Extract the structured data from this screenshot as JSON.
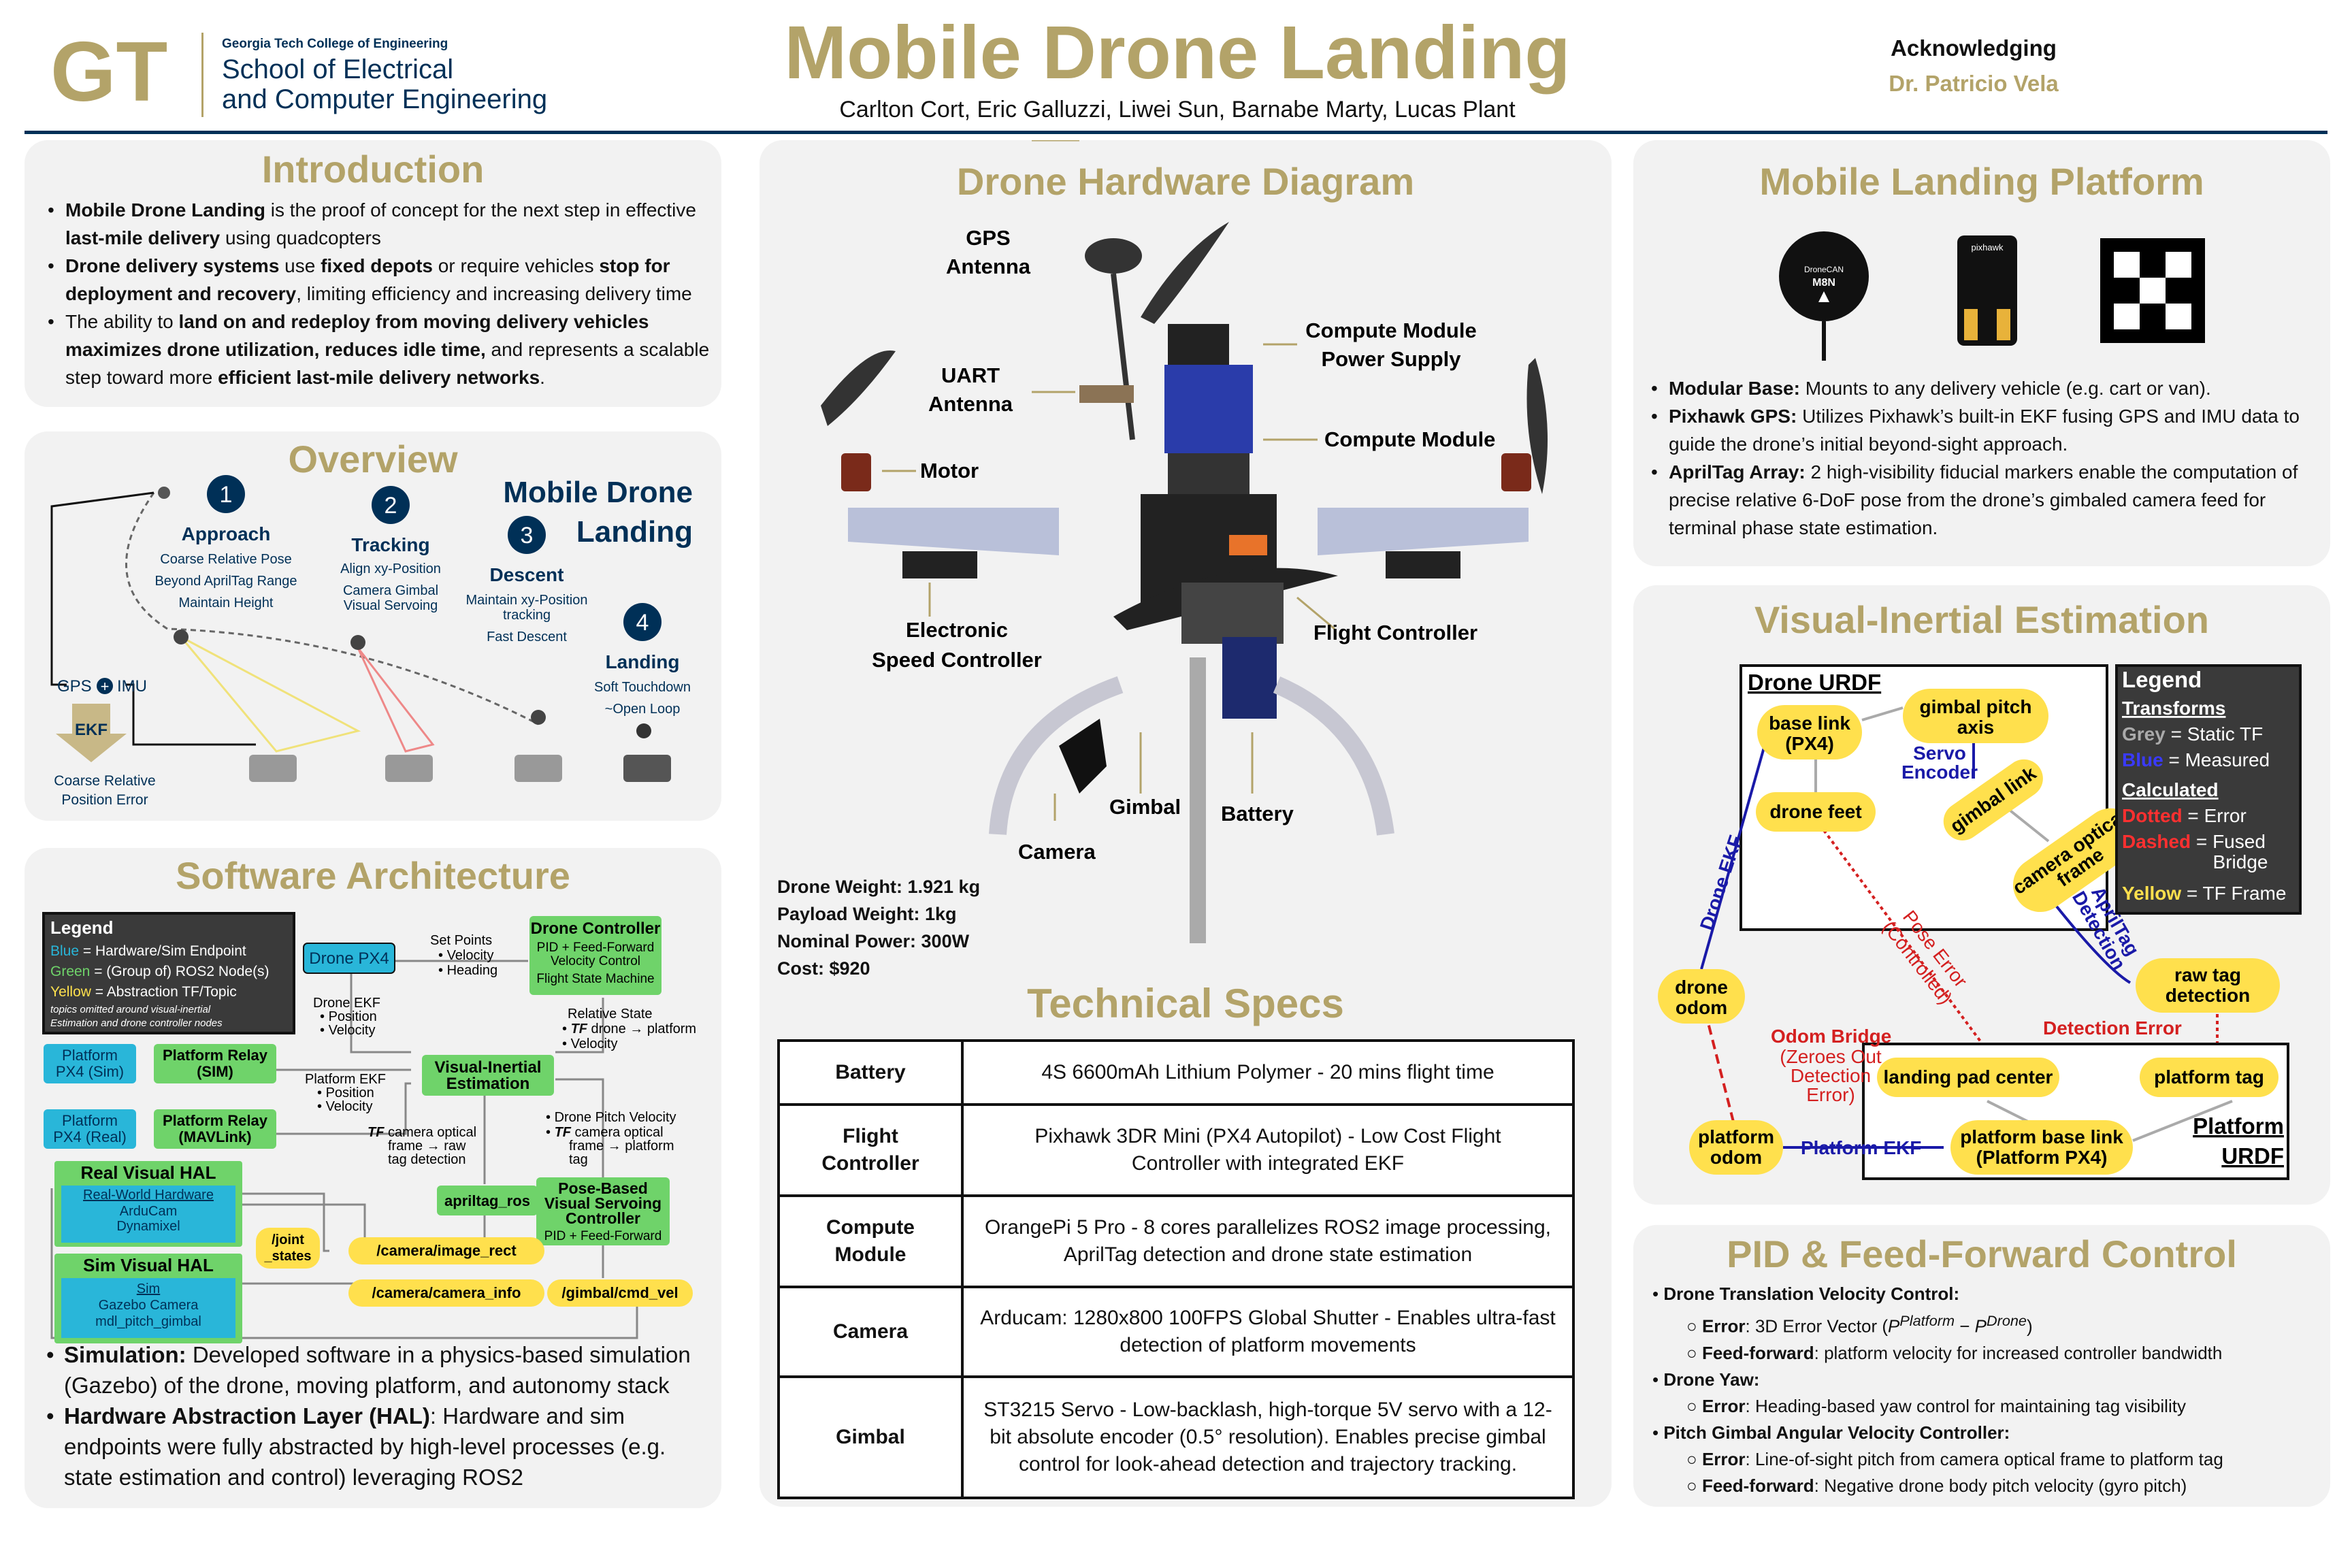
{
  "header": {
    "logo_mark": "GT",
    "college": "Georgia Tech College of Engineering",
    "school_line1": "School of Electrical",
    "school_line2": "and Computer Engineering",
    "title": "Mobile Drone Landing",
    "authors": "Carlton Cort, Eric Galluzzi, Liwei Sun, Barnabe Marty, Lucas Plant",
    "ack_label": "Acknowledging",
    "ack_name": "Dr. Patricio Vela"
  },
  "colors": {
    "gold": "#b3a369",
    "navy": "#003057",
    "panel": "#f2f2f2",
    "blue_node": "#29b6d9",
    "green_node": "#6fd36a",
    "yellow_node": "#ffe04d"
  },
  "intro": {
    "title": "Introduction",
    "b1_bold": "Mobile Drone Landing",
    "b1_a": " is the proof of concept for the next step in effective ",
    "b1_bold2": "last-mile delivery",
    "b1_b": " using quadcopters",
    "b2_bold": "Drone delivery systems",
    "b2_a": " use ",
    "b2_bold2": "fixed depots",
    "b2_b": " or require vehicles ",
    "b2_bold3": "stop for deployment and recovery",
    "b2_c": ", limiting efficiency and increasing delivery time",
    "b3_a": "The ability to ",
    "b3_bold": "land on and redeploy from moving delivery vehicles maximizes drone utilization, reduces idle time,",
    "b3_b": " and represents a scalable step toward more ",
    "b3_bold2": "efficient last-mile delivery networks",
    "b3_c": "."
  },
  "overview": {
    "title": "Overview",
    "heading1": "Mobile Drone",
    "heading2": "Landing",
    "steps": [
      {
        "num": "1",
        "name": "Approach",
        "l1": "Coarse Relative Pose",
        "l2": "Beyond AprilTag Range",
        "l3": "Maintain Height"
      },
      {
        "num": "2",
        "name": "Tracking",
        "l1": "Align xy-Position",
        "l2": "Camera Gimbal",
        "l3": "Visual Servoing"
      },
      {
        "num": "3",
        "name": "Descent",
        "l1": "Maintain xy-Position",
        "l2": "tracking",
        "l3": "Fast Descent"
      },
      {
        "num": "4",
        "name": "Landing",
        "l1": "Soft Touchdown",
        "l2": "~Open Loop",
        "l3": ""
      }
    ],
    "gps_label": "GPS",
    "imu_label": "IMU",
    "ekf_label": "EKF",
    "error_l1": "Coarse Relative",
    "error_l2": "Position Error"
  },
  "software": {
    "title": "Software Architecture",
    "legend": {
      "title": "Legend",
      "blue": "Blue",
      "blue_t": " = Hardware/Sim Endpoint",
      "green": "Green",
      "green_t": " = (Group of) ROS2 Node(s)",
      "yellow": "Yellow",
      "yellow_t": " = Abstraction TF/Topic",
      "note1": "topics omitted around visual-inertial",
      "note2": "Estimation and drone controller nodes"
    },
    "drone_px4": "Drone PX4",
    "set_points": "Set Points",
    "sp_vel": "Velocity",
    "sp_head": "Heading",
    "drone_ctrl": "Drone Controller",
    "drone_ctrl_l1": "PID + Feed-Forward",
    "drone_ctrl_l2": "Velocity Control",
    "drone_ctrl_l3": "Flight State Machine",
    "drone_ekf": "Drone EKF",
    "de_pos": "Position",
    "de_vel": "Velocity",
    "rel_state": "Relative State",
    "rs_tf": "TF",
    "rs_l1": " drone → platform",
    "rs_vel": "Velocity",
    "plat_px4_sim_l1": "Platform",
    "plat_px4_sim_l2": "PX4 (Sim)",
    "relay_sim_l1": "Platform Relay",
    "relay_sim_l2": "(SIM)",
    "plat_ekf": "Platform EKF",
    "pe_pos": "Position",
    "pe_vel": "Velocity",
    "vie_l1": "Visual-Inertial",
    "vie_l2": "Estimation",
    "plat_px4_real_l1": "Platform",
    "plat_px4_real_l2": "PX4 (Real)",
    "relay_real_l1": "Platform Relay",
    "relay_real_l2": "(MAVLink)",
    "dpv": "Drone Pitch Velocity",
    "dpv_tf": "TF",
    "dpv_l1": " camera optical",
    "dpv_l2": "frame → platform",
    "dpv_l3": "tag",
    "cam_tf": "TF",
    "cam_l1": " camera optical",
    "cam_l2": "frame → raw",
    "cam_l3": "tag detection",
    "real_hal": "Real Visual HAL",
    "real_hw": "Real-World Hardware",
    "arducam": "ArduCam",
    "dynamixel": "Dynamixel",
    "apriltag_ros": "apriltag_ros",
    "pbvs_l1": "Pose-Based",
    "pbvs_l2": "Visual Servoing",
    "pbvs_l3": "Controller",
    "pbvs_l4": "PID + Feed-Forward",
    "joint_l1": "/joint",
    "joint_l2": "_states",
    "cam_rect": "/camera/image_rect",
    "sim_hal": "Sim Visual HAL",
    "sim": "Sim",
    "gazebo": "Gazebo Camera",
    "mdl": "mdl_pitch_gimbal",
    "cam_info": "/camera/camera_info",
    "gimbal_cmd": "/gimbal/cmd_vel",
    "b1_bold": "Simulation:",
    "b1": " Developed software in a physics-based simulation (Gazebo) of the drone, moving platform, and autonomy stack",
    "b2_bold": "Hardware Abstraction Layer (HAL)",
    "b2": ": Hardware and sim endpoints were fully abstracted by high-level processes (e.g. state estimation and control) leveraging ROS2"
  },
  "hardware": {
    "title": "Drone Hardware Diagram",
    "gps_l1": "GPS",
    "gps_l2": "Antenna",
    "uart_l1": "UART",
    "uart_l2": "Antenna",
    "motor": "Motor",
    "esc_l1": "Electronic",
    "esc_l2": "Speed Controller",
    "cmps_l1": "Compute Module",
    "cmps_l2": "Power Supply",
    "cm": "Compute Module",
    "fc": "Flight Controller",
    "battery": "Battery",
    "gimbal": "Gimbal",
    "camera": "Camera",
    "weight": "Drone Weight: 1.921 kg",
    "payload": "Payload Weight: 1kg",
    "power": "Nominal Power: 300W",
    "cost": "Cost: $920"
  },
  "specs": {
    "title": "Technical Specs",
    "rows": [
      {
        "h1": "Battery",
        "h2": "",
        "v1": "4S 6600mAh Lithium Polymer - 20 mins flight time",
        "v2": "",
        "v3": ""
      },
      {
        "h1": "Flight",
        "h2": "Controller",
        "v1": "Pixhawk 3DR Mini (PX4 Autopilot) - Low Cost Flight",
        "v2": "Controller with integrated EKF",
        "v3": ""
      },
      {
        "h1": "Compute",
        "h2": "Module",
        "v1": "OrangePi 5 Pro - 8 cores parallelizes ROS2 image processing,",
        "v2": "AprilTag detection and drone state estimation",
        "v3": ""
      },
      {
        "h1": "Camera",
        "h2": "",
        "v1": "Arducam: 1280x800 100FPS Global Shutter - Enables ultra-fast",
        "v2": "detection of platform movements",
        "v3": ""
      },
      {
        "h1": "Gimbal",
        "h2": "",
        "v1": "ST3215 Servo - Low-backlash, high-torque 5V servo with a 12-",
        "v2": "bit absolute encoder (0.5° resolution). Enables precise gimbal",
        "v3": "control for look-ahead detection and trajectory tracking."
      }
    ]
  },
  "platform": {
    "title": "Mobile Landing Platform",
    "gps_brand": "DroneCAN",
    "gps_model": "M8N",
    "pix_brand": "pixhawk",
    "b1_bold": "Modular Base:",
    "b1": " Mounts to any delivery vehicle (e.g. cart or van).",
    "b2_bold": "Pixhawk GPS:",
    "b2": " Utilizes Pixhawk’s built-in EKF fusing GPS and IMU data to guide the drone’s initial beyond-sight approach.",
    "b3_bold": "AprilTag Array:",
    "b3": " 2 high-visibility fiducial markers enable the computation of precise relative 6-DoF pose from the drone’s gimbaled camera feed for terminal phase state estimation."
  },
  "vie": {
    "title": "Visual-Inertial Estimation",
    "drone_urdf": "Drone URDF",
    "base_link_l1": "base link",
    "base_link_l2": "(PX4)",
    "gpa_l1": "gimbal pitch",
    "gpa_l2": "axis",
    "servo_l1": "Servo",
    "servo_l2": "Encoder",
    "drone_feet": "drone feet",
    "gimbal_link": "gimbal link",
    "cof_l1": "camera optical",
    "cof_l2": "frame",
    "drone_ekf": "Drone EKF",
    "apriltag_det_l1": "AprilTag",
    "apriltag_det_l2": "Detection",
    "pose_err_l1": "Pose Error",
    "pose_err_l2": "(Controlled)",
    "drone_odom_l1": "drone",
    "drone_odom_l2": "odom",
    "raw_tag_l1": "raw tag",
    "raw_tag_l2": "detection",
    "odom_bridge": "Odom Bridge",
    "ob_l2": "(Zeroes Out",
    "ob_l3": "Detection",
    "ob_l4": "Error)",
    "det_err": "Detection Error",
    "lpc": "landing pad center",
    "ptag": "platform tag",
    "plat_odom_l1": "platform",
    "plat_odom_l2": "odom",
    "plat_ekf": "Platform EKF",
    "pbl_l1": "platform base link",
    "pbl_l2": "(Platform PX4)",
    "plat_urdf_l1": "Platform",
    "plat_urdf_l2": "URDF",
    "legend": {
      "title": "Legend",
      "transforms": "Transforms",
      "grey": "Grey",
      "grey_t": " = Static TF",
      "blue": "Blue",
      "blue_t": " = Measured",
      "calculated": "Calculated",
      "dotted": "Dotted",
      "dotted_t": " = Error",
      "dashed": "Dashed",
      "dashed_t": " = Fused",
      "bridge": "Bridge",
      "yellow": "Yellow",
      "yellow_t": " = TF Frame"
    }
  },
  "pid": {
    "title": "PID & Feed-Forward Control",
    "h1": "Drone Translation Velocity Control:",
    "e1_bold": "Error",
    "e1": ": 3D Error Vector (",
    "e1_p1": "P",
    "e1_s1": "Platform",
    "e1_minus": " − ",
    "e1_p2": "P",
    "e1_s2": "Drone",
    "e1_end": ")",
    "f1_bold": "Feed-forward",
    "f1": ": platform velocity for increased controller bandwidth",
    "h2": "Drone Yaw:",
    "e2_bold": "Error",
    "e2": ": Heading-based yaw control for maintaining tag visibility",
    "h3": "Pitch Gimbal Angular Velocity Controller:",
    "e3_bold": "Error",
    "e3": ": Line-of-sight pitch from camera optical frame to platform tag",
    "f3_bold": "Feed-forward",
    "f3": ": Negative drone body pitch velocity (gyro pitch)"
  }
}
